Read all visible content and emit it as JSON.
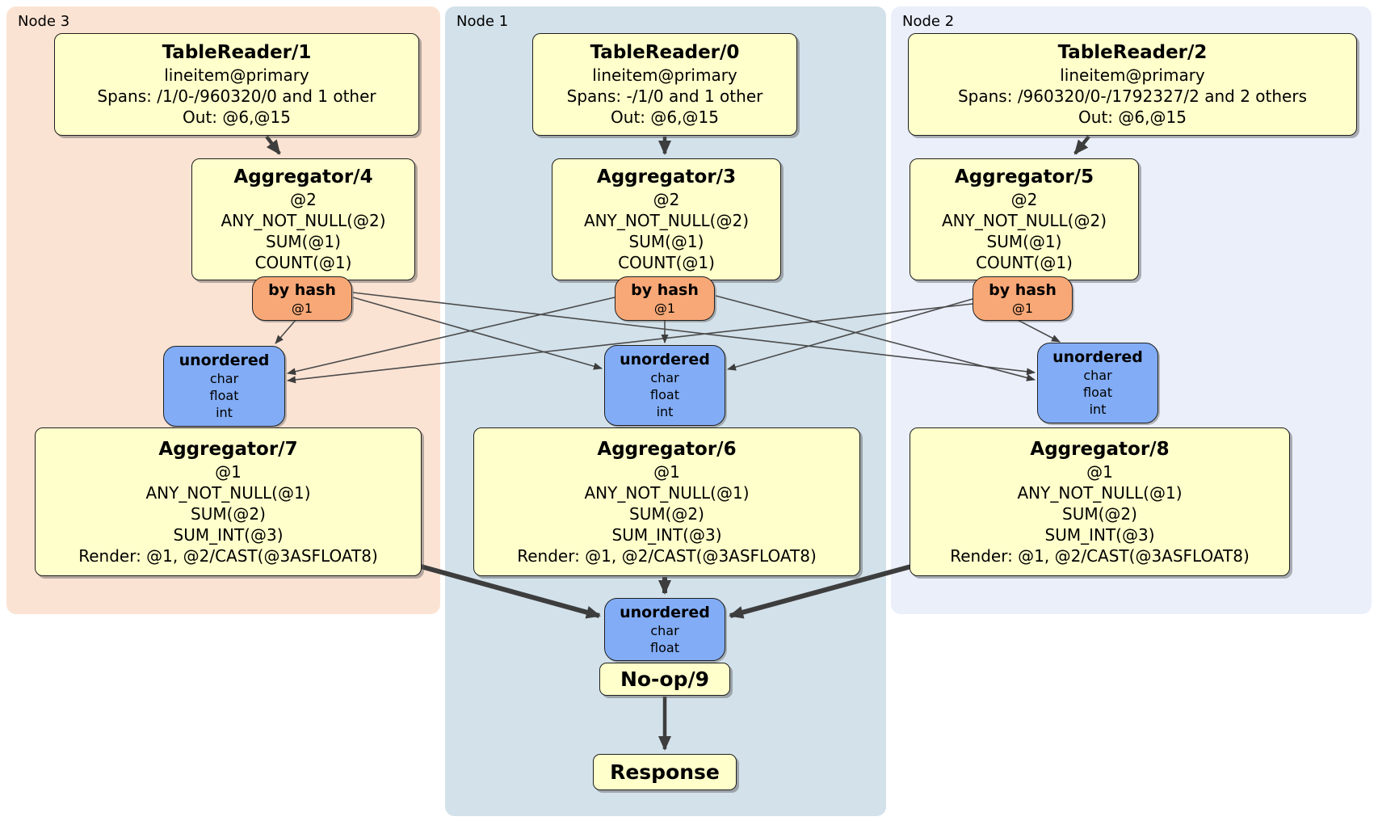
{
  "title": "DistSQL physical plan diagram",
  "colors": {
    "node3_bg": "#fbe3d3",
    "node1_bg": "#d2e1ea",
    "node2_bg": "#eaeffa",
    "processor_fill": "#ffffcb",
    "router_fill": "#f8a877",
    "sync_fill": "#82acf5",
    "edge": "#3d3d3d"
  },
  "groups": [
    {
      "label": "Node 3",
      "table_reader": {
        "title": "TableReader/1",
        "lines": [
          "lineitem@primary",
          "Spans: /1/0-/960320/0 and 1 other",
          "Out: @6,@15"
        ]
      },
      "aggregator_top": {
        "title": "Aggregator/4",
        "lines": [
          "@2",
          "ANY_NOT_NULL(@2)",
          "SUM(@1)",
          "COUNT(@1)"
        ]
      },
      "router": {
        "title": "by hash",
        "detail": "@1"
      },
      "sync": {
        "title": "unordered",
        "lines": [
          "char",
          "float",
          "int"
        ]
      },
      "aggregator_bottom": {
        "title": "Aggregator/7",
        "lines": [
          "@1",
          "ANY_NOT_NULL(@1)",
          "SUM(@2)",
          "SUM_INT(@3)",
          "Render: @1, @2/CAST(@3ASFLOAT8)"
        ]
      }
    },
    {
      "label": "Node 1",
      "table_reader": {
        "title": "TableReader/0",
        "lines": [
          "lineitem@primary",
          "Spans: -/1/0 and 1 other",
          "Out: @6,@15"
        ]
      },
      "aggregator_top": {
        "title": "Aggregator/3",
        "lines": [
          "@2",
          "ANY_NOT_NULL(@2)",
          "SUM(@1)",
          "COUNT(@1)"
        ]
      },
      "router": {
        "title": "by hash",
        "detail": "@1"
      },
      "sync": {
        "title": "unordered",
        "lines": [
          "char",
          "float",
          "int"
        ]
      },
      "aggregator_bottom": {
        "title": "Aggregator/6",
        "lines": [
          "@1",
          "ANY_NOT_NULL(@1)",
          "SUM(@2)",
          "SUM_INT(@3)",
          "Render: @1, @2/CAST(@3ASFLOAT8)"
        ]
      }
    },
    {
      "label": "Node 2",
      "table_reader": {
        "title": "TableReader/2",
        "lines": [
          "lineitem@primary",
          "Spans: /960320/0-/1792327/2 and 2 others",
          "Out: @6,@15"
        ]
      },
      "aggregator_top": {
        "title": "Aggregator/5",
        "lines": [
          "@2",
          "ANY_NOT_NULL(@2)",
          "SUM(@1)",
          "COUNT(@1)"
        ]
      },
      "router": {
        "title": "by hash",
        "detail": "@1"
      },
      "sync": {
        "title": "unordered",
        "lines": [
          "char",
          "float",
          "int"
        ]
      },
      "aggregator_bottom": {
        "title": "Aggregator/8",
        "lines": [
          "@1",
          "ANY_NOT_NULL(@1)",
          "SUM(@2)",
          "SUM_INT(@3)",
          "Render: @1, @2/CAST(@3ASFLOAT8)"
        ]
      }
    }
  ],
  "sink": {
    "sync": {
      "title": "unordered",
      "lines": [
        "char",
        "float"
      ]
    },
    "noop": {
      "title": "No-op/9"
    },
    "response": {
      "title": "Response"
    }
  }
}
